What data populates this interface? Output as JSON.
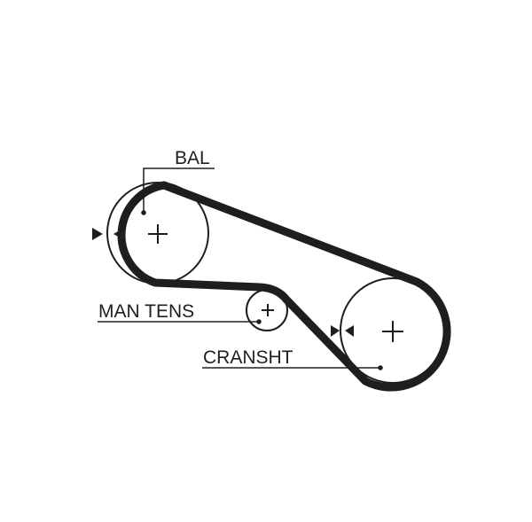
{
  "diagram": {
    "labels": {
      "balancer": "BAL",
      "manual_tensioner": "MAN TENS",
      "crankshaft": "CRANSHT"
    },
    "colors": {
      "belt": "#1e1e1e",
      "pulley_outline": "#1e1e1e",
      "leader_line": "#1e1e1e",
      "background": "#ffffff"
    },
    "icons": {
      "pulley_center": "plus-mark",
      "timing_mark": "triangle-pair"
    }
  }
}
